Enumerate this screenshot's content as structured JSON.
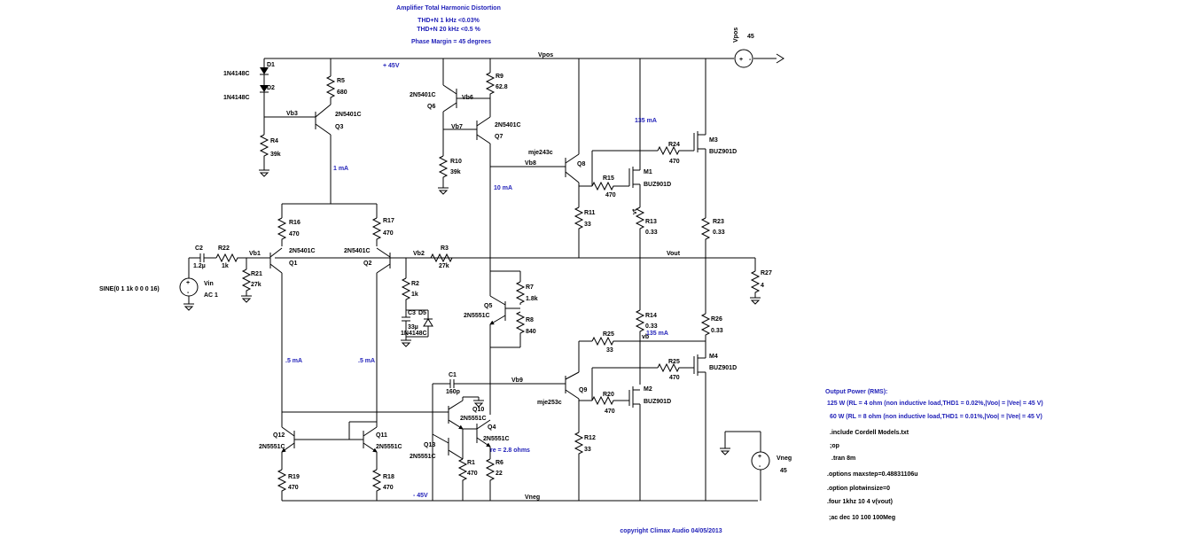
{
  "header": {
    "title": "Amplifier Total Harmonic Distortion",
    "thd_1k": "THD+N 1 kHz <0.03%",
    "thd_20k": "THD+N 20 kHz <0.5 %",
    "phase_margin": "Phase Margin = 45 degrees"
  },
  "nets": {
    "vpos": "Vpos",
    "vneg": "Vneg",
    "vout": "Vout",
    "plus45": "+ 45V",
    "minus45": "- 45V",
    "vb1": "Vb1",
    "vb2": "Vb2",
    "vb3": "Vb3",
    "vb6": "Vb6",
    "vb7": "Vb7",
    "vb8": "Vb8",
    "vb9": "Vb9",
    "vt": "vt",
    "vb": "vb"
  },
  "currents": {
    "i1ma": "1 mA",
    "i10ma": "10 mA",
    "i5a": ".5 mA",
    "i5b": ".5 mA",
    "i135a": "135 mA",
    "i135b": "135 mA",
    "re": "re = 2.8 ohms"
  },
  "components": {
    "D1": {
      "ref": "D1",
      "value": "1N4148C"
    },
    "D2": {
      "ref": "D2",
      "value": "1N4148C"
    },
    "D5": {
      "ref": "D5",
      "value": "1N4148C"
    },
    "R5": {
      "ref": "R5",
      "value": "680"
    },
    "R4": {
      "ref": "R4",
      "value": "39k"
    },
    "Q3": {
      "ref": "Q3",
      "value": "2N5401C"
    },
    "R9": {
      "ref": "R9",
      "value": "62.8"
    },
    "Q6": {
      "ref": "Q6",
      "value": "2N5401C"
    },
    "Q7": {
      "ref": "Q7",
      "value": "2N5401C"
    },
    "R10": {
      "ref": "R10",
      "value": "39k"
    },
    "Q8": {
      "ref": "Q8",
      "value": "mje243c"
    },
    "R11": {
      "ref": "R11",
      "value": "33"
    },
    "R15": {
      "ref": "R15",
      "value": "470"
    },
    "M1": {
      "ref": "M1",
      "value": "BUZ901D"
    },
    "R13": {
      "ref": "R13",
      "value": "0.33"
    },
    "R24": {
      "ref": "R24",
      "value": "470"
    },
    "M3": {
      "ref": "M3",
      "value": "BUZ901D"
    },
    "R23": {
      "ref": "R23",
      "value": "0.33"
    },
    "R27": {
      "ref": "R27",
      "value": "4"
    },
    "R16": {
      "ref": "R16",
      "value": "470"
    },
    "R17": {
      "ref": "R17",
      "value": "470"
    },
    "Q1": {
      "ref": "Q1",
      "value": "2N5401C"
    },
    "Q2": {
      "ref": "Q2",
      "value": "2N5401C"
    },
    "C2": {
      "ref": "C2",
      "value": "1.2µ"
    },
    "R22": {
      "ref": "R22",
      "value": "1k"
    },
    "R21": {
      "ref": "R21",
      "value": "27k"
    },
    "R3": {
      "ref": "R3",
      "value": "27k"
    },
    "R2": {
      "ref": "R2",
      "value": "1k"
    },
    "C3": {
      "ref": "C3",
      "value": "33µ"
    },
    "R7": {
      "ref": "R7",
      "value": "1.8k"
    },
    "R8": {
      "ref": "R8",
      "value": "840"
    },
    "Q5": {
      "ref": "Q5",
      "value": "2N5551C"
    },
    "R14": {
      "ref": "R14",
      "value": "0.33"
    },
    "R26": {
      "ref": "R26",
      "value": "0.33"
    },
    "R25": {
      "ref": "R25",
      "value": "33"
    },
    "R25b": {
      "ref": "R25",
      "value": "470"
    },
    "M4": {
      "ref": "M4",
      "value": "BUZ901D"
    },
    "C1": {
      "ref": "C1",
      "value": "160p"
    },
    "Q9": {
      "ref": "Q9",
      "value": "mje253c"
    },
    "R20": {
      "ref": "R20",
      "value": "470"
    },
    "M2": {
      "ref": "M2",
      "value": "BUZ901D"
    },
    "R12": {
      "ref": "R12",
      "value": "33"
    },
    "Q10": {
      "ref": "Q10",
      "value": "2N5551C"
    },
    "Q4": {
      "ref": "Q4",
      "value": "2N5551C"
    },
    "Q12": {
      "ref": "Q12",
      "value": "2N5551C"
    },
    "Q11": {
      "ref": "Q11",
      "value": "2N5551C"
    },
    "Q13": {
      "ref": "Q13",
      "value": "2N5551C"
    },
    "R1": {
      "ref": "R1",
      "value": "470"
    },
    "R6": {
      "ref": "R6",
      "value": "22"
    },
    "R19": {
      "ref": "R19",
      "value": "470"
    },
    "R18": {
      "ref": "R18",
      "value": "470"
    },
    "Vpos": {
      "ref": "Vpos",
      "value": "45"
    },
    "Vneg": {
      "ref": "Vneg",
      "value": "45"
    },
    "Vin": {
      "ref": "Vin",
      "value": "AC 1",
      "source": "SINE(0 1 1k 0 0 0 16)"
    }
  },
  "notes": {
    "output_power_title": "Output Power (RMS):",
    "power_4ohm": "125 W (RL = 4 ohm (non inductive load,THD1 = 0.02%,|Voo| = |Vee| = 45 V)",
    "power_8ohm": "60 W (RL = 8 ohm (non inductive load,THD1 = 0.01%,|Voo| = |Vee| = 45 V)",
    "include": ".include Cordell Models.txt",
    "op": ";op",
    "tran": ".tran 8m",
    "options": ".options maxstep=0.48831106u",
    "option_plot": ".option plotwinsize=0",
    "four": ".four 1khz 10 4 v(vout)",
    "dec": ";ac dec 10 100 100Meg"
  },
  "copyright": "copyright Climax Audio 04/05/2013",
  "colors": {
    "wire": "#000000",
    "annotation": "#1f1fb8",
    "background": "#ffffff"
  }
}
